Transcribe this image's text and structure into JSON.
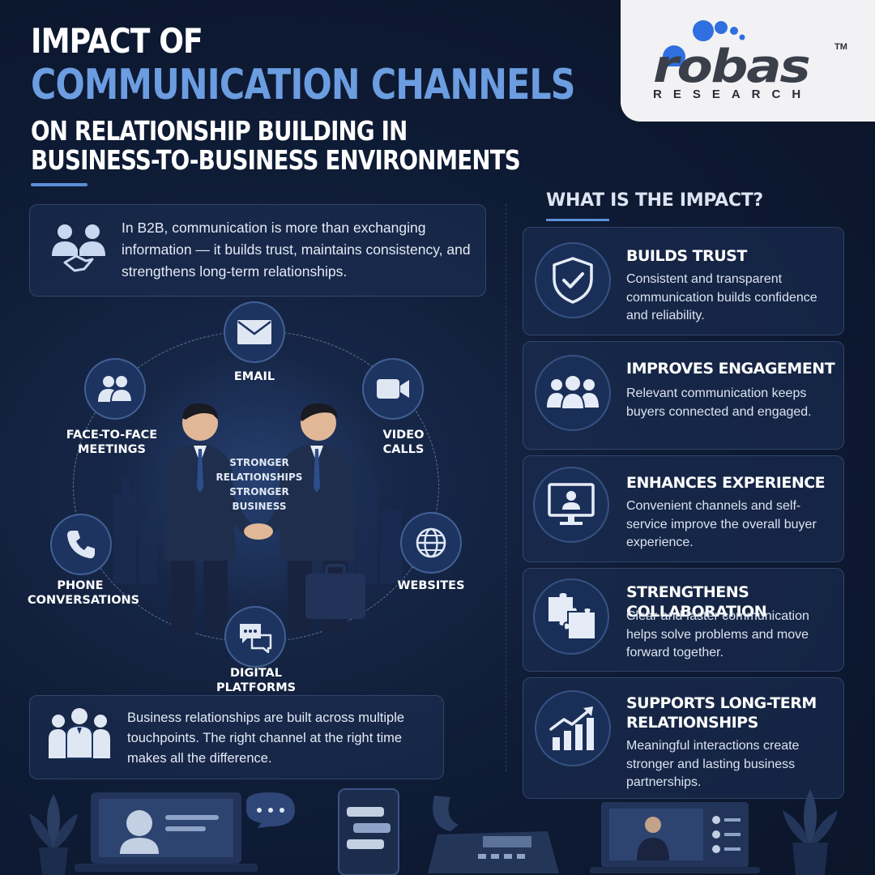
{
  "title": {
    "line1": "IMPACT OF",
    "line2": "COMMUNICATION CHANNELS",
    "line3": "ON RELATIONSHIP BUILDING IN",
    "line4": "BUSINESS-TO-BUSINESS ENVIRONMENTS"
  },
  "logo": {
    "word": "robas",
    "tm": "TM",
    "sub": "RESEARCH"
  },
  "intro": {
    "text": "In B2B, communication is more than exchanging information — it builds trust, maintains consistency, and strengthens long-term relationships."
  },
  "diagram": {
    "center": "STRONGER\nRELATIONSHIPS\nSTRONGER\nBUSINESS",
    "channels": {
      "email": "EMAIL",
      "video": "VIDEO\nCALLS",
      "websites": "WEBSITES",
      "digital": "DIGITAL\nPLATFORMS",
      "phone": "PHONE\nCONVERSATIONS",
      "face": "FACE-TO-FACE\nMEETINGS"
    }
  },
  "touchpoints": {
    "text": "Business relationships are built across multiple touchpoints. The right channel at the right time makes all the difference."
  },
  "impact": {
    "heading": "WHAT IS THE IMPACT?",
    "items": [
      {
        "title": "BUILDS TRUST",
        "desc": "Consistent and transparent communication builds confidence and reliability.",
        "icon": "shield-check-icon"
      },
      {
        "title": "IMPROVES ENGAGEMENT",
        "desc": "Relevant communication keeps buyers connected and engaged.",
        "icon": "group-icon"
      },
      {
        "title": "ENHANCES EXPERIENCE",
        "desc": "Convenient channels and self-service improve the overall buyer experience.",
        "icon": "monitor-user-icon"
      },
      {
        "title": "STRENGTHENS COLLABORATION",
        "desc": "Clear and faster communication helps solve problems and move forward together.",
        "icon": "puzzle-icon"
      },
      {
        "title": "SUPPORTS LONG-TERM RELATIONSHIPS",
        "desc": "Meaningful interactions create stronger and lasting business partnerships.",
        "icon": "growth-chart-icon"
      }
    ]
  },
  "colors": {
    "accent": "#6b9de0",
    "background": "#0f1c36",
    "card": "#1e3055",
    "logo_bg": "#f2f2f4",
    "logo_blue": "#2f6fe0"
  }
}
